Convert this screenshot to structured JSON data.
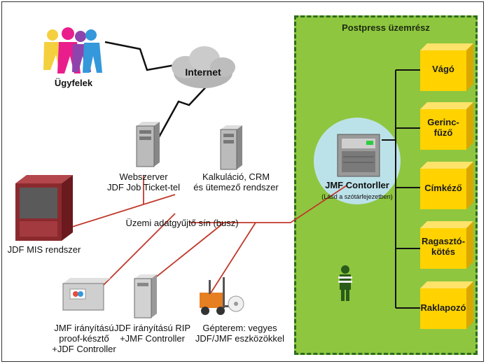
{
  "zone": {
    "title": "Postpress üzemrész"
  },
  "clients": {
    "label": "Ügyfelek"
  },
  "cloud": {
    "label": "Internet"
  },
  "webserver": {
    "line1": "Webszerver",
    "line2": "JDF Job Ticket-tel"
  },
  "crm": {
    "line1": "Kalkuláció, CRM",
    "line2": "és ütemező rendszer"
  },
  "bus": {
    "label": "Üzemi adatgyűjtő sín (busz)"
  },
  "mis": {
    "label": "JDF MIS rendszer"
  },
  "jmf": {
    "title": "JMF Contorller",
    "subtitle": "(Lásd a szótárfejezetben)"
  },
  "proof": {
    "line1": "JMF irányítású",
    "line2": "proof-késztő",
    "line3": "+JDF Controller"
  },
  "rip": {
    "line1": "JDF irányítású RIP",
    "line2": "+JMF Controller"
  },
  "press": {
    "line1": "Gépterem: vegyes",
    "line2": "JDF/JMF eszközökkel"
  },
  "postpress_boxes": [
    {
      "line1": "Vágó",
      "line2": ""
    },
    {
      "line1": "Gerinc-",
      "line2": "fűző"
    },
    {
      "line1": "Címkéző",
      "line2": ""
    },
    {
      "line1": "Ragasztó-",
      "line2": "kötés"
    },
    {
      "line1": "Raklapozó",
      "line2": ""
    }
  ],
  "colors": {
    "zone_fill": "#8ec63f",
    "box_fill": "#ffd200",
    "bus_line": "#c0392b",
    "jmf_glow": "#bfe4f2"
  }
}
